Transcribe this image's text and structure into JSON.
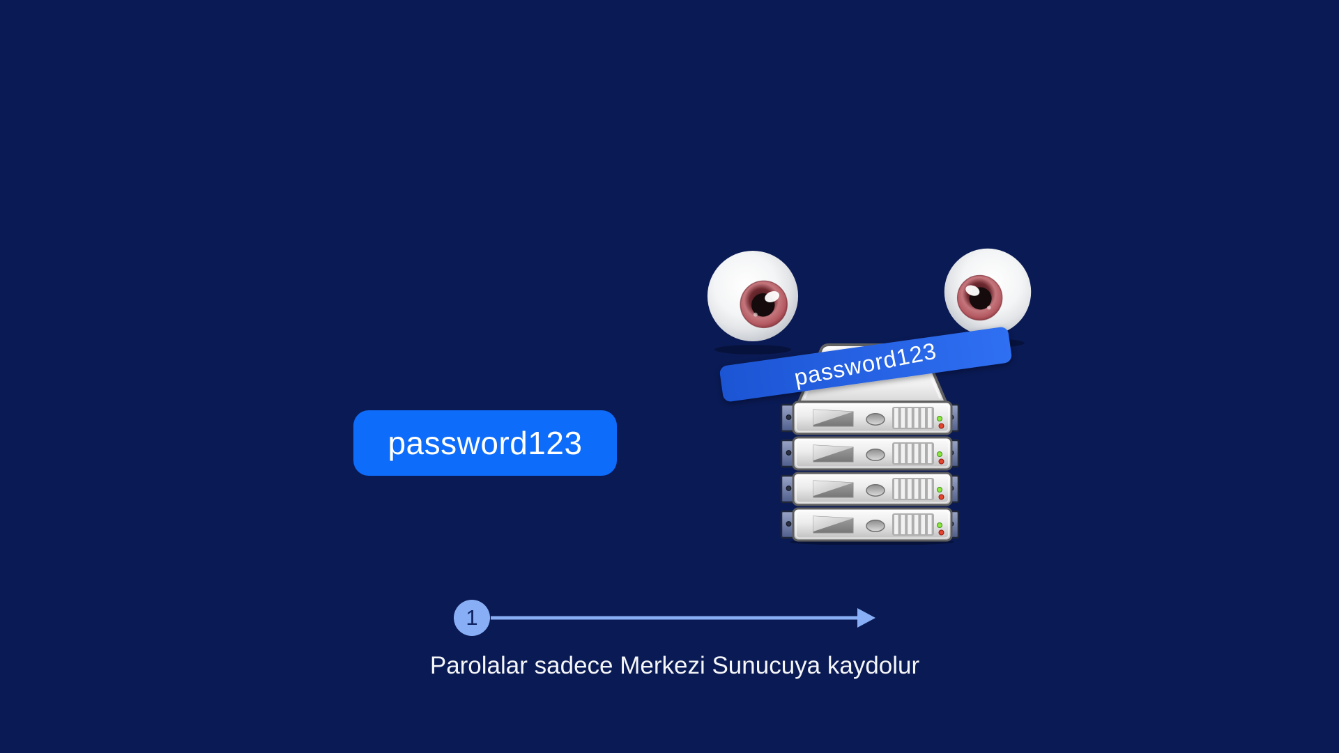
{
  "canvas": {
    "background": "#0a1a54"
  },
  "colors": {
    "bg": "#0a1a54",
    "accent_blue": "#0e6cfa",
    "ribbon_blue": "#2f6ff2",
    "ribbon_blue_dark": "#1c55d4",
    "step_blue": "#88aff5",
    "led_green": "#8ce83e",
    "led_red": "#e3452f"
  },
  "password_label": {
    "text": "password123"
  },
  "server": {
    "ribbon_text": "password123",
    "unit_count": 4
  },
  "icons": {
    "left_eye": "eyeball-icon",
    "right_eye": "eyeball-icon",
    "server": "server-rack-icon",
    "arrow": "arrow-right-icon"
  },
  "step": {
    "number": "1"
  },
  "caption": {
    "text": "Parolalar sadece Merkezi Sunucuya kaydolur"
  }
}
